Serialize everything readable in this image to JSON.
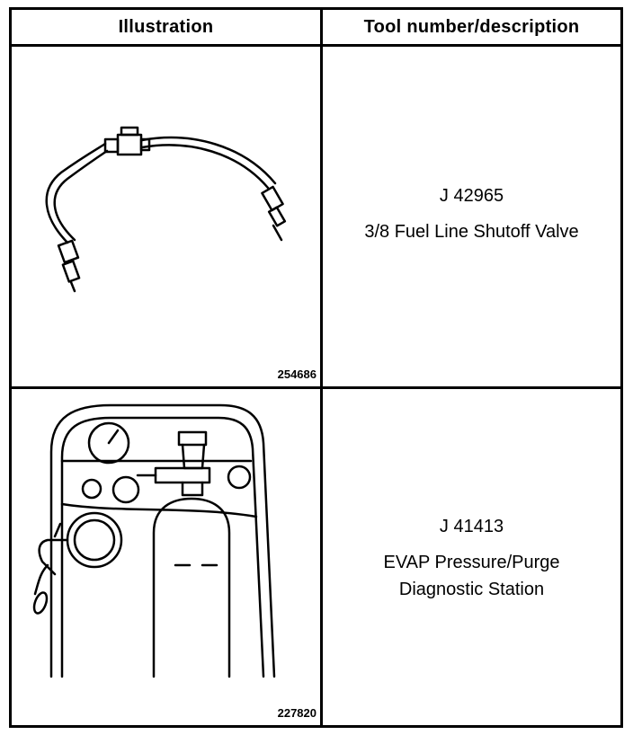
{
  "table": {
    "headers": {
      "illustration": "Illustration",
      "tool": "Tool number/description"
    },
    "rows": [
      {
        "figure_number": "254686",
        "tool_number": "J 42965",
        "description_lines": [
          "3/8 Fuel Line Shutoff Valve"
        ],
        "illustration_icon": "fuel-line-shutoff-valve-drawing"
      },
      {
        "figure_number": "227820",
        "tool_number": "J 41413",
        "description_lines": [
          "EVAP Pressure/Purge",
          "Diagnostic Station"
        ],
        "illustration_icon": "evap-diagnostic-station-drawing"
      }
    ]
  }
}
